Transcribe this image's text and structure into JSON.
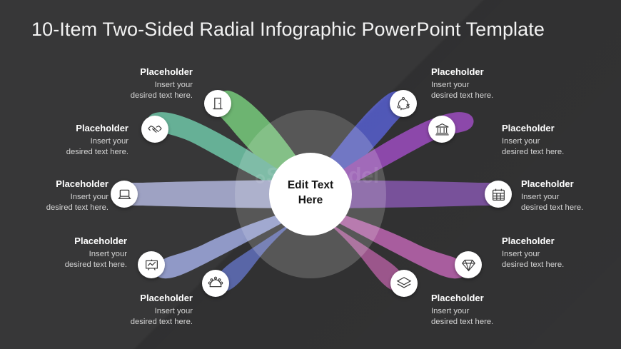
{
  "slide": {
    "title": "10-Item Two-Sided Radial Infographic PowerPoint Template",
    "background_color": "#333334",
    "watermark": "SlideModel"
  },
  "center": {
    "label_line1": "Edit Text",
    "label_line2": "Here",
    "fill": "#ffffff",
    "ring_fill": "#575757"
  },
  "common": {
    "placeholder_title": "Placeholder",
    "placeholder_body": "Insert your\ndesired text here."
  },
  "items": [
    {
      "id": "left-1",
      "side": "left",
      "title": "Placeholder",
      "body_line1": "Insert your",
      "body_line2": "desired text here.",
      "icon": "door-icon",
      "color": "#4bae4f"
    },
    {
      "id": "left-2",
      "side": "left",
      "title": "Placeholder",
      "body_line1": "Insert your",
      "body_line2": "desired text here.",
      "icon": "handshake-icon",
      "color": "#41a783"
    },
    {
      "id": "left-3",
      "side": "left",
      "title": "Placeholder",
      "body_line1": "Insert your",
      "body_line2": "desired text here.",
      "icon": "laptop-icon",
      "color": "#8e95c1"
    },
    {
      "id": "left-4",
      "side": "left",
      "title": "Placeholder",
      "body_line1": "Insert your",
      "body_line2": "desired text here.",
      "icon": "presentation-board-icon",
      "color": "#7b88c7"
    },
    {
      "id": "left-5",
      "side": "left",
      "title": "Placeholder",
      "body_line1": "Insert your",
      "body_line2": "desired text here.",
      "icon": "meeting-table-icon",
      "color": "#36479f"
    },
    {
      "id": "right-1",
      "side": "right",
      "title": "Placeholder",
      "body_line1": "Insert your",
      "body_line2": "desired text here.",
      "icon": "cycle-arrows-icon",
      "color": "#2a34b4"
    },
    {
      "id": "right-2",
      "side": "right",
      "title": "Placeholder",
      "body_line1": "Insert your",
      "body_line2": "desired text here.",
      "icon": "bank-icon",
      "color": "#7b1fa2"
    },
    {
      "id": "right-3",
      "side": "right",
      "title": "Placeholder",
      "body_line1": "Insert your",
      "body_line2": "desired text here.",
      "icon": "calendar-icon",
      "color": "#5f2a8c"
    },
    {
      "id": "right-4",
      "side": "right",
      "title": "Placeholder",
      "body_line1": "Insert your",
      "body_line2": "desired text here.",
      "icon": "diamond-icon",
      "color": "#a03a91"
    },
    {
      "id": "right-5",
      "side": "right",
      "title": "Placeholder",
      "body_line1": "Insert your",
      "body_line2": "desired text here.",
      "icon": "layers-icon",
      "color": "#8e3278"
    }
  ]
}
